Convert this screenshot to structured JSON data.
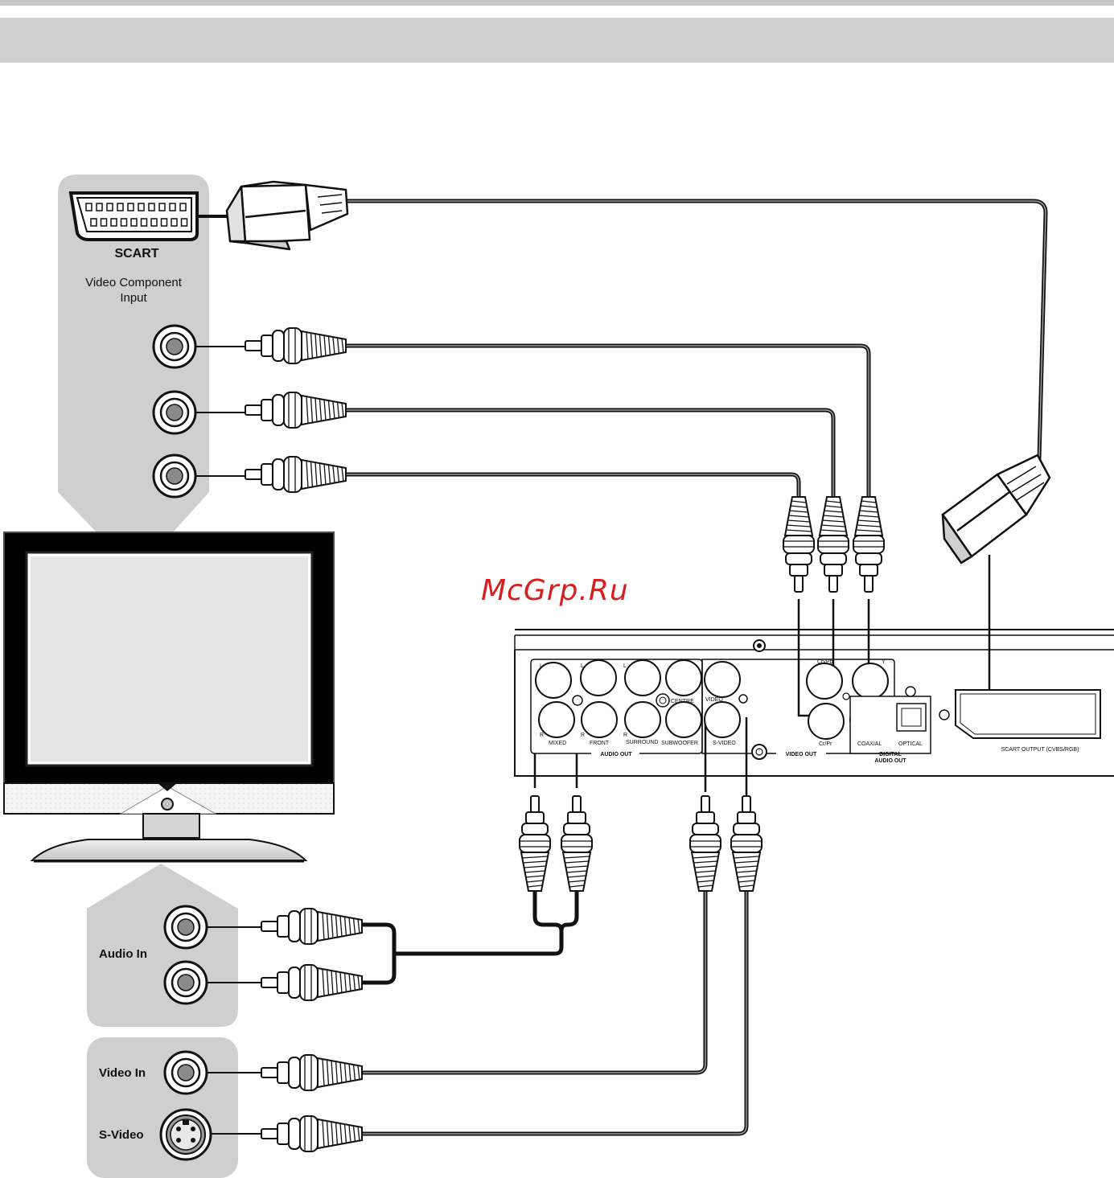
{
  "tv": {
    "scart_label": "SCART",
    "component_label_line1": "Video Component",
    "component_label_line2": "Input",
    "audio_in_label": "Audio In",
    "video_in_label": "Video In",
    "svideo_label": "S-Video"
  },
  "watermark": "McGrp.Ru",
  "player": {
    "audio_jacks": {
      "l1": "L",
      "l2": "L",
      "l3": "L",
      "r1": "R",
      "r2": "R",
      "r3": "R",
      "mixed": "MIXED",
      "front": "FRONT",
      "surround": "SURROUND",
      "subwoofer": "SUBWOOFER",
      "centre": "CENTRE"
    },
    "audio_out": "AUDIO OUT",
    "video_jack": "VIDEO",
    "svideo_jack": "S-VIDEO",
    "video_out": "VIDEO OUT",
    "cb_pb": "Cb/Pb",
    "y": "Y",
    "cr_pr": "Cr/Pr",
    "coaxial": "COAXIAL",
    "optical": "OPTICAL",
    "digital_line1": "DIGITAL",
    "digital_line2": "AUDIO OUT",
    "scart_output": "SCART OUTPUT (CVBS/RGB)"
  }
}
